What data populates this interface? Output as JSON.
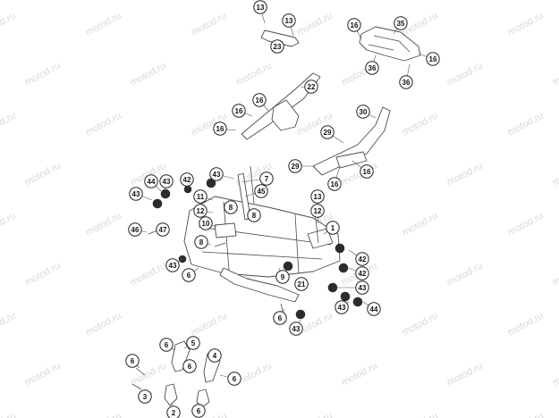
{
  "watermark": {
    "text": "motod.ru",
    "color": "#d8d8d8"
  },
  "callouts": [
    {
      "label": "13"
    },
    {
      "label": "13"
    },
    {
      "label": "23"
    },
    {
      "label": "16"
    },
    {
      "label": "35"
    },
    {
      "label": "36"
    },
    {
      "label": "16"
    },
    {
      "label": "36"
    },
    {
      "label": "22"
    },
    {
      "label": "16"
    },
    {
      "label": "16"
    },
    {
      "label": "30"
    },
    {
      "label": "29"
    },
    {
      "label": "16"
    },
    {
      "label": "29"
    },
    {
      "label": "16"
    },
    {
      "label": "16"
    },
    {
      "label": "43"
    },
    {
      "label": "7"
    },
    {
      "label": "45"
    },
    {
      "label": "44"
    },
    {
      "label": "43"
    },
    {
      "label": "42"
    },
    {
      "label": "43"
    },
    {
      "label": "11"
    },
    {
      "label": "12"
    },
    {
      "label": "13"
    },
    {
      "label": "12"
    },
    {
      "label": "8"
    },
    {
      "label": "8"
    },
    {
      "label": "10"
    },
    {
      "label": "46"
    },
    {
      "label": "47"
    },
    {
      "label": "8"
    },
    {
      "label": "1"
    },
    {
      "label": "43"
    },
    {
      "label": "6"
    },
    {
      "label": "9"
    },
    {
      "label": "42"
    },
    {
      "label": "42"
    },
    {
      "label": "21"
    },
    {
      "label": "43"
    },
    {
      "label": "43"
    },
    {
      "label": "44"
    },
    {
      "label": "6"
    },
    {
      "label": "43"
    },
    {
      "label": "6"
    },
    {
      "label": "5"
    },
    {
      "label": "4"
    },
    {
      "label": "6"
    },
    {
      "label": "6"
    },
    {
      "label": "6"
    },
    {
      "label": "3"
    },
    {
      "label": "2"
    },
    {
      "label": "6"
    }
  ]
}
